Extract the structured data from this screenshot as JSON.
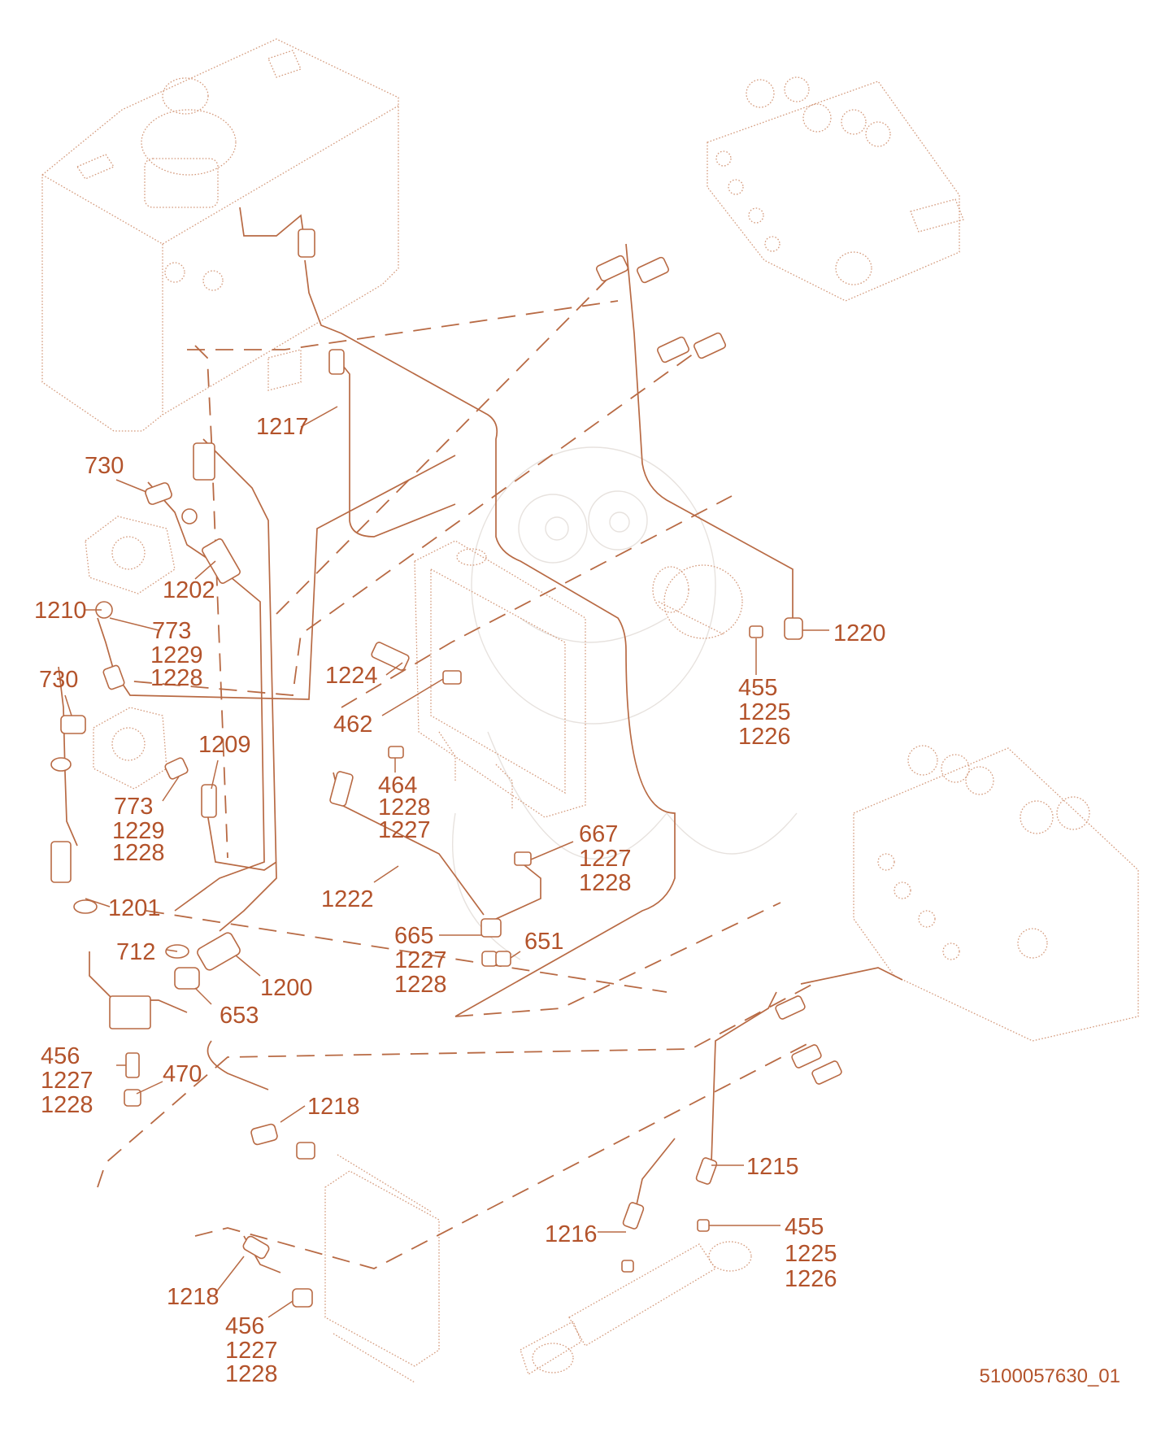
{
  "drawing_number": "5100057630_01",
  "callouts": [
    {
      "id": "c-1217",
      "lines": [
        "1217"
      ]
    },
    {
      "id": "c-730a",
      "lines": [
        "730"
      ]
    },
    {
      "id": "c-1202",
      "lines": [
        "1202"
      ]
    },
    {
      "id": "c-1210",
      "lines": [
        "1210"
      ]
    },
    {
      "id": "c-773a",
      "lines": [
        "773",
        "1229",
        "1228"
      ]
    },
    {
      "id": "c-730b",
      "lines": [
        "730"
      ]
    },
    {
      "id": "c-1209",
      "lines": [
        "1209"
      ]
    },
    {
      "id": "c-773b",
      "lines": [
        "773",
        "1229",
        "1228"
      ]
    },
    {
      "id": "c-1201",
      "lines": [
        "1201"
      ]
    },
    {
      "id": "c-712",
      "lines": [
        "712"
      ]
    },
    {
      "id": "c-1200",
      "lines": [
        "1200"
      ]
    },
    {
      "id": "c-653",
      "lines": [
        "653"
      ]
    },
    {
      "id": "c-456a",
      "lines": [
        "456",
        "1227",
        "1228"
      ]
    },
    {
      "id": "c-470",
      "lines": [
        "470"
      ]
    },
    {
      "id": "c-1224",
      "lines": [
        "1224"
      ]
    },
    {
      "id": "c-462",
      "lines": [
        "462"
      ]
    },
    {
      "id": "c-464",
      "lines": [
        "464",
        "1228",
        "1227"
      ]
    },
    {
      "id": "c-1222",
      "lines": [
        "1222"
      ]
    },
    {
      "id": "c-667",
      "lines": [
        "667",
        "1227",
        "1228"
      ]
    },
    {
      "id": "c-665",
      "lines": [
        "665",
        "1227",
        "1228"
      ]
    },
    {
      "id": "c-651",
      "lines": [
        "651"
      ]
    },
    {
      "id": "c-1220",
      "lines": [
        "1220"
      ]
    },
    {
      "id": "c-455a",
      "lines": [
        "455",
        "1225",
        "1226"
      ]
    },
    {
      "id": "c-1218a",
      "lines": [
        "1218"
      ]
    },
    {
      "id": "c-1218b",
      "lines": [
        "1218"
      ]
    },
    {
      "id": "c-456b",
      "lines": [
        "456",
        "1227",
        "1228"
      ]
    },
    {
      "id": "c-1215",
      "lines": [
        "1215"
      ]
    },
    {
      "id": "c-1216",
      "lines": [
        "1216"
      ]
    },
    {
      "id": "c-455b",
      "lines": [
        "455",
        "1225",
        "1226"
      ]
    }
  ],
  "colors": {
    "label": "#b3532b",
    "line": "#b86a44",
    "drawing": "#cf9070",
    "watermark": "#e7e2de"
  }
}
